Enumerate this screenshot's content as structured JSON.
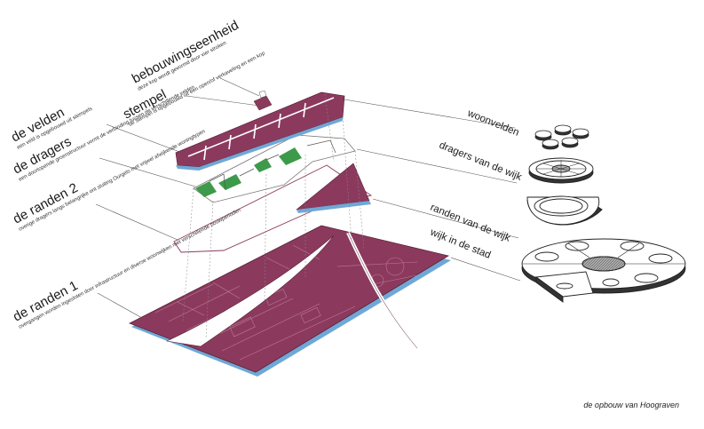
{
  "left_labels": [
    {
      "title": "bebouwingseenheid",
      "sub": "deze kop wordt gevormd door vier stroken"
    },
    {
      "title": "stempel",
      "sub": "de stempel is opgebouwd uit een open/of verkaveling en een kop"
    },
    {
      "title": "de velden",
      "sub": "een veld is opgebouwd uit stempels"
    },
    {
      "title": "de dragers",
      "sub": "een doorlopende groenstructuur vormt de verbinding tussen de verschillende velden"
    },
    {
      "title": "de randen 2",
      "sub": "overige dragers langs belangrijke ont sluiting Ourgels met vrijwel afwijkende woningtypen"
    },
    {
      "title": "de randen 1",
      "sub": "overgangen worden ingesloten door infrastructuur en diverse woonwijken met verschillende bouwperioden"
    }
  ],
  "right_labels": {
    "woonvelden": "woonvelden",
    "dragers": "dragers van de wijk",
    "randen": "randen van de wijk",
    "wijk": "wijk in de stad"
  },
  "caption": "de opbouw van Hoograven",
  "colors": {
    "plum": "#8b3a5e",
    "plum_dark": "#6e2a48",
    "green": "#3d9a4a",
    "blue_edge": "#6fa8d6",
    "line": "#555555"
  }
}
